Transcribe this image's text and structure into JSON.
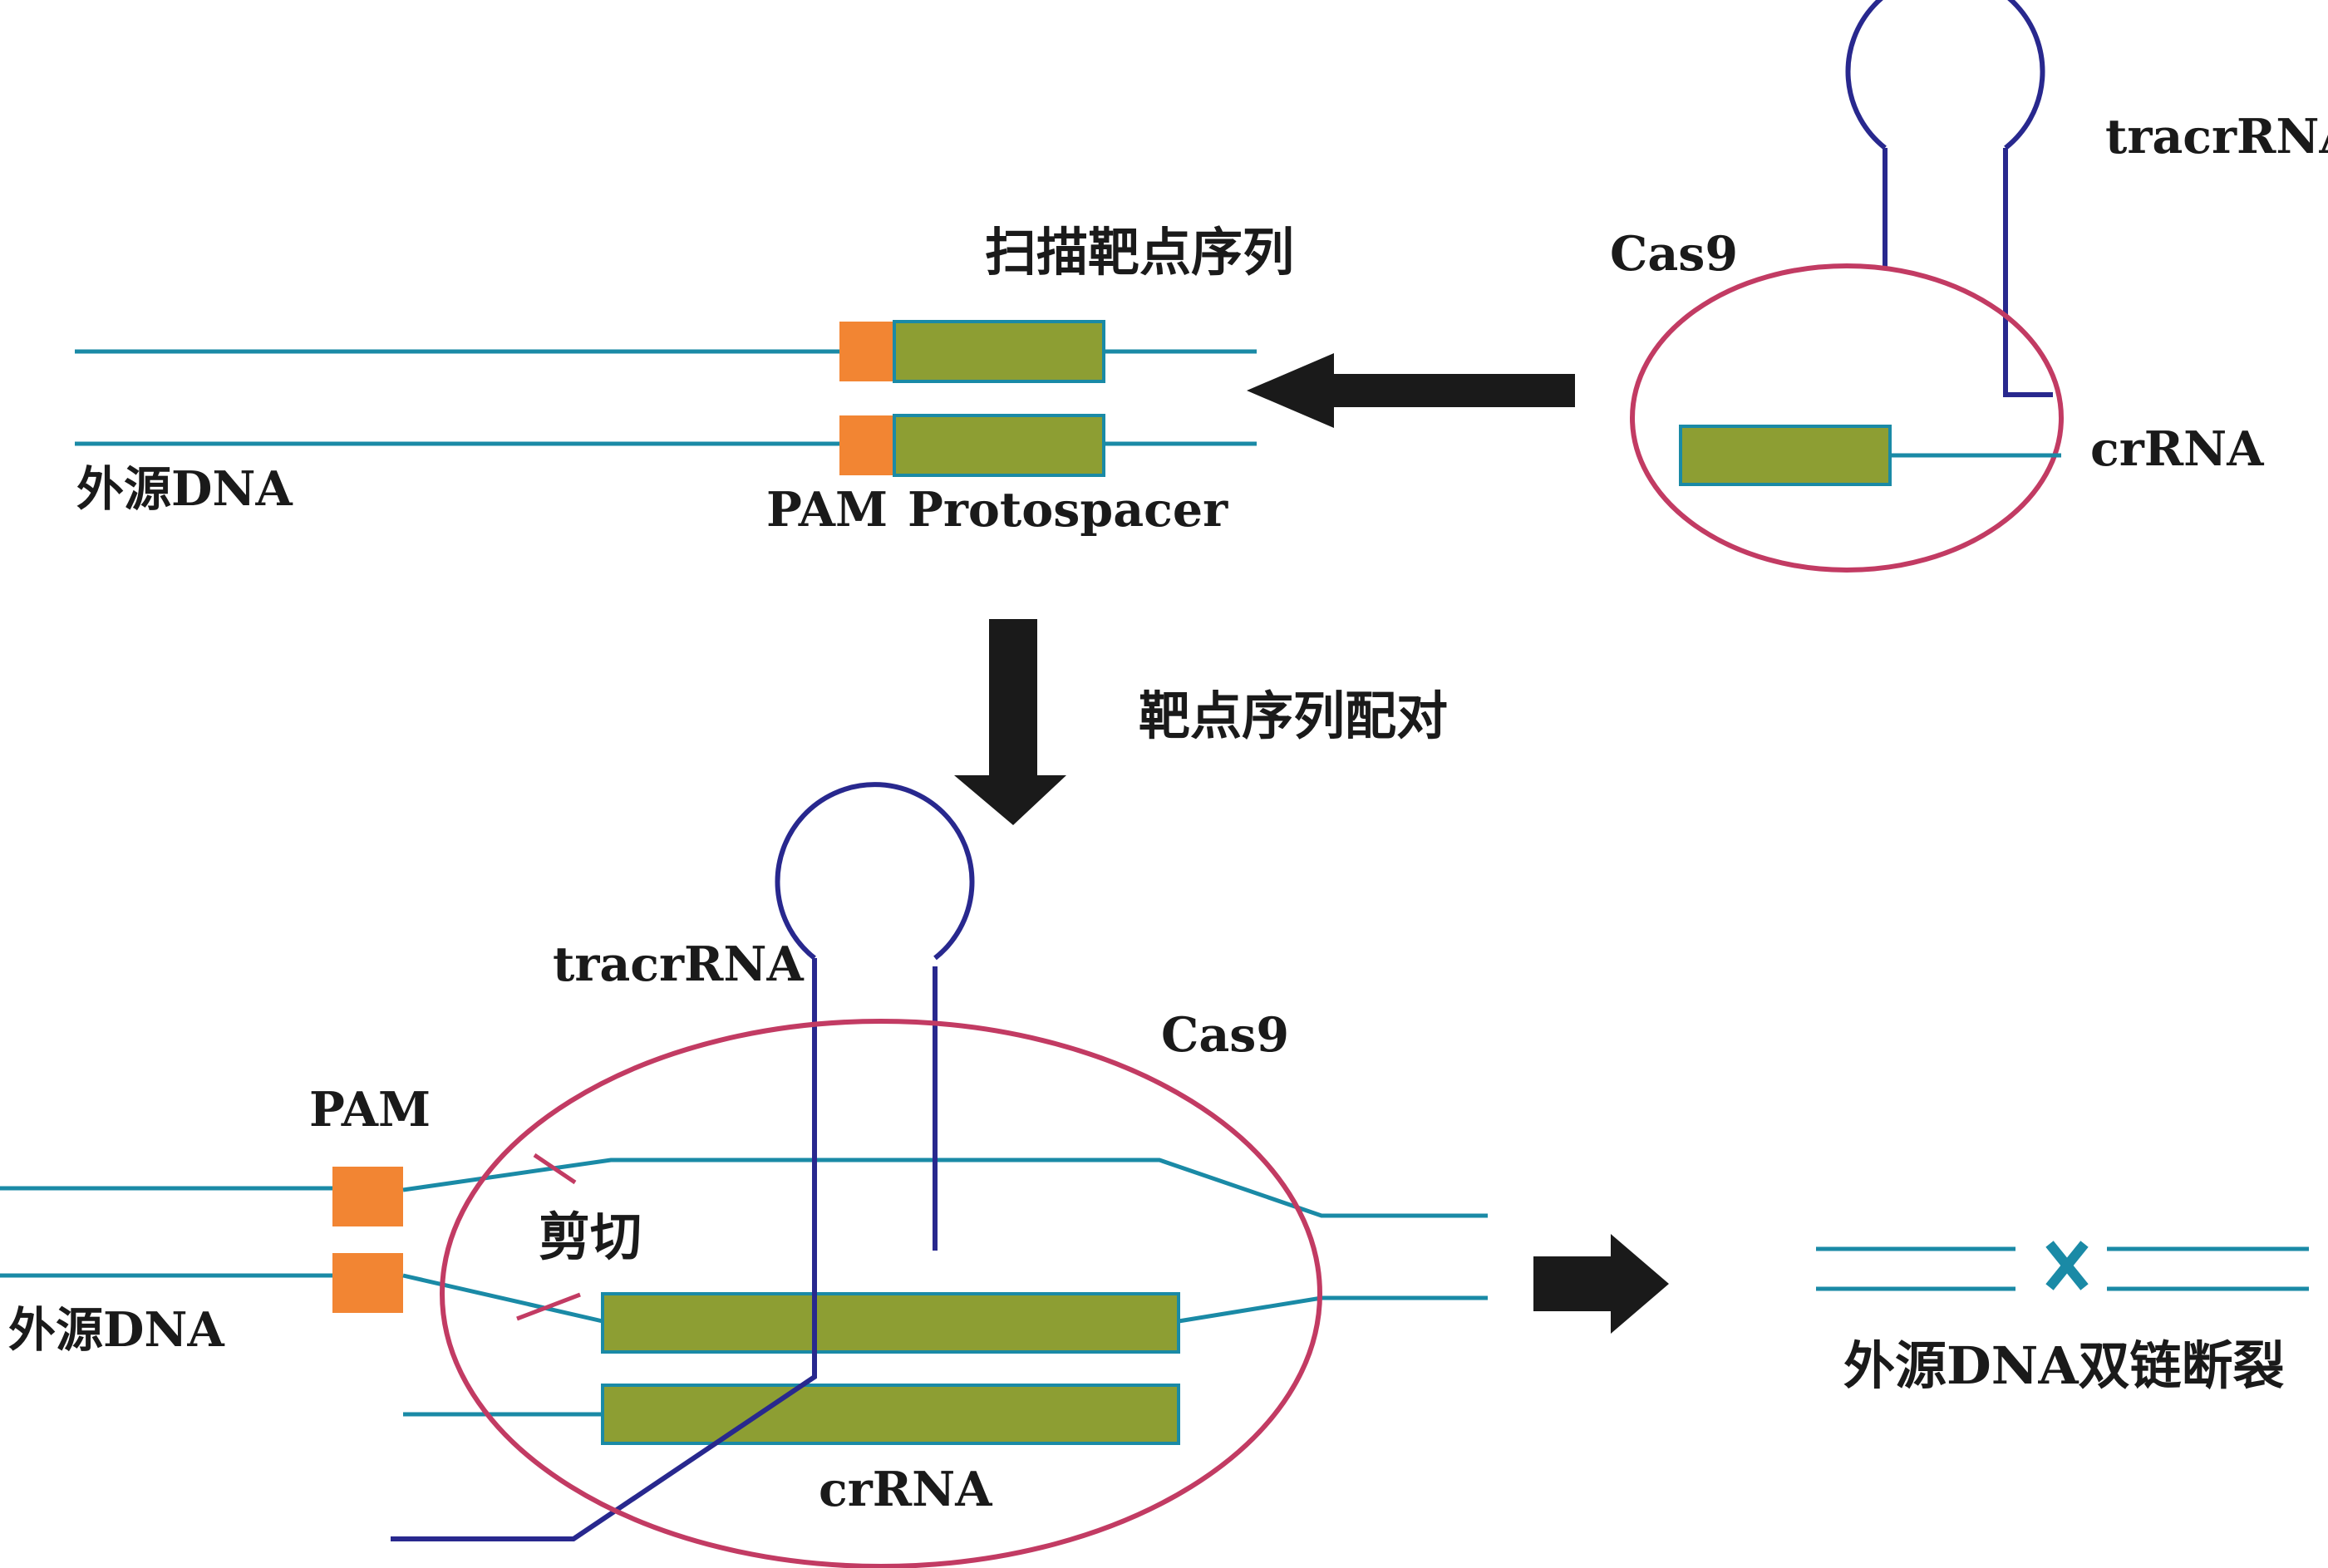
{
  "top": {
    "scan_label": "扫描靶点序列",
    "dna_label": "外源DNA",
    "pam_label": "PAM",
    "protospacer_label": "Protospacer",
    "cas9_label": "Cas9",
    "tracrrna_label": "tracrRNA",
    "crrna_label": "crRNA"
  },
  "middle": {
    "pairing_label": "靶点序列配对"
  },
  "bottom": {
    "tracrrna_label": "tracrRNA",
    "cas9_label": "Cas9",
    "pam_label": "PAM",
    "cut_label": "剪切",
    "dna_label": "外源DNA",
    "crrna_label": "crRNA"
  },
  "result": {
    "label": "外源DNA双链断裂",
    "break_mark": "✕"
  },
  "colors": {
    "dna_strand": "#1a8aa6",
    "rna": "#28288e",
    "cas9_outline": "#c23b63",
    "protospacer": "#8d9e33",
    "pam": "#f28533",
    "arrow": "#1a1a1a"
  }
}
